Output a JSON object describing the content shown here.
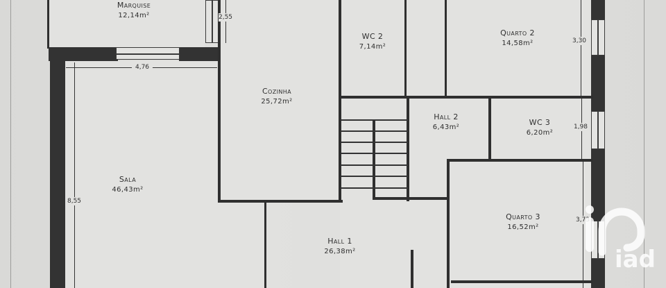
{
  "plan": {
    "rooms": [
      {
        "id": "marquise",
        "name": "Marquise",
        "area": "12,14m²"
      },
      {
        "id": "wc2",
        "name": "WC 2",
        "area": "7,14m²"
      },
      {
        "id": "quarto2",
        "name": "Quarto 2",
        "area": "14,58m²"
      },
      {
        "id": "cozinha",
        "name": "Cozinha",
        "area": "25,72m²"
      },
      {
        "id": "hall2",
        "name": "Hall 2",
        "area": "6,43m²"
      },
      {
        "id": "wc3",
        "name": "WC 3",
        "area": "6,20m²"
      },
      {
        "id": "sala",
        "name": "Sala",
        "area": "46,43m²"
      },
      {
        "id": "quarto3",
        "name": "Quarto 3",
        "area": "16,52m²"
      },
      {
        "id": "hall1",
        "name": "Hall 1",
        "area": "26,38m²"
      }
    ],
    "dimensions": {
      "marquise_height": "2,55",
      "sala_width": "4,76",
      "sala_height": "8,55",
      "quarto2_height": "3,30",
      "wc3_height": "1,98",
      "quarto3_height": "3,73"
    },
    "watermark": "iad",
    "colors": {
      "paper": "#e2e2e0",
      "wall": "#2f2f2f",
      "watermark": "#ffffff"
    }
  }
}
